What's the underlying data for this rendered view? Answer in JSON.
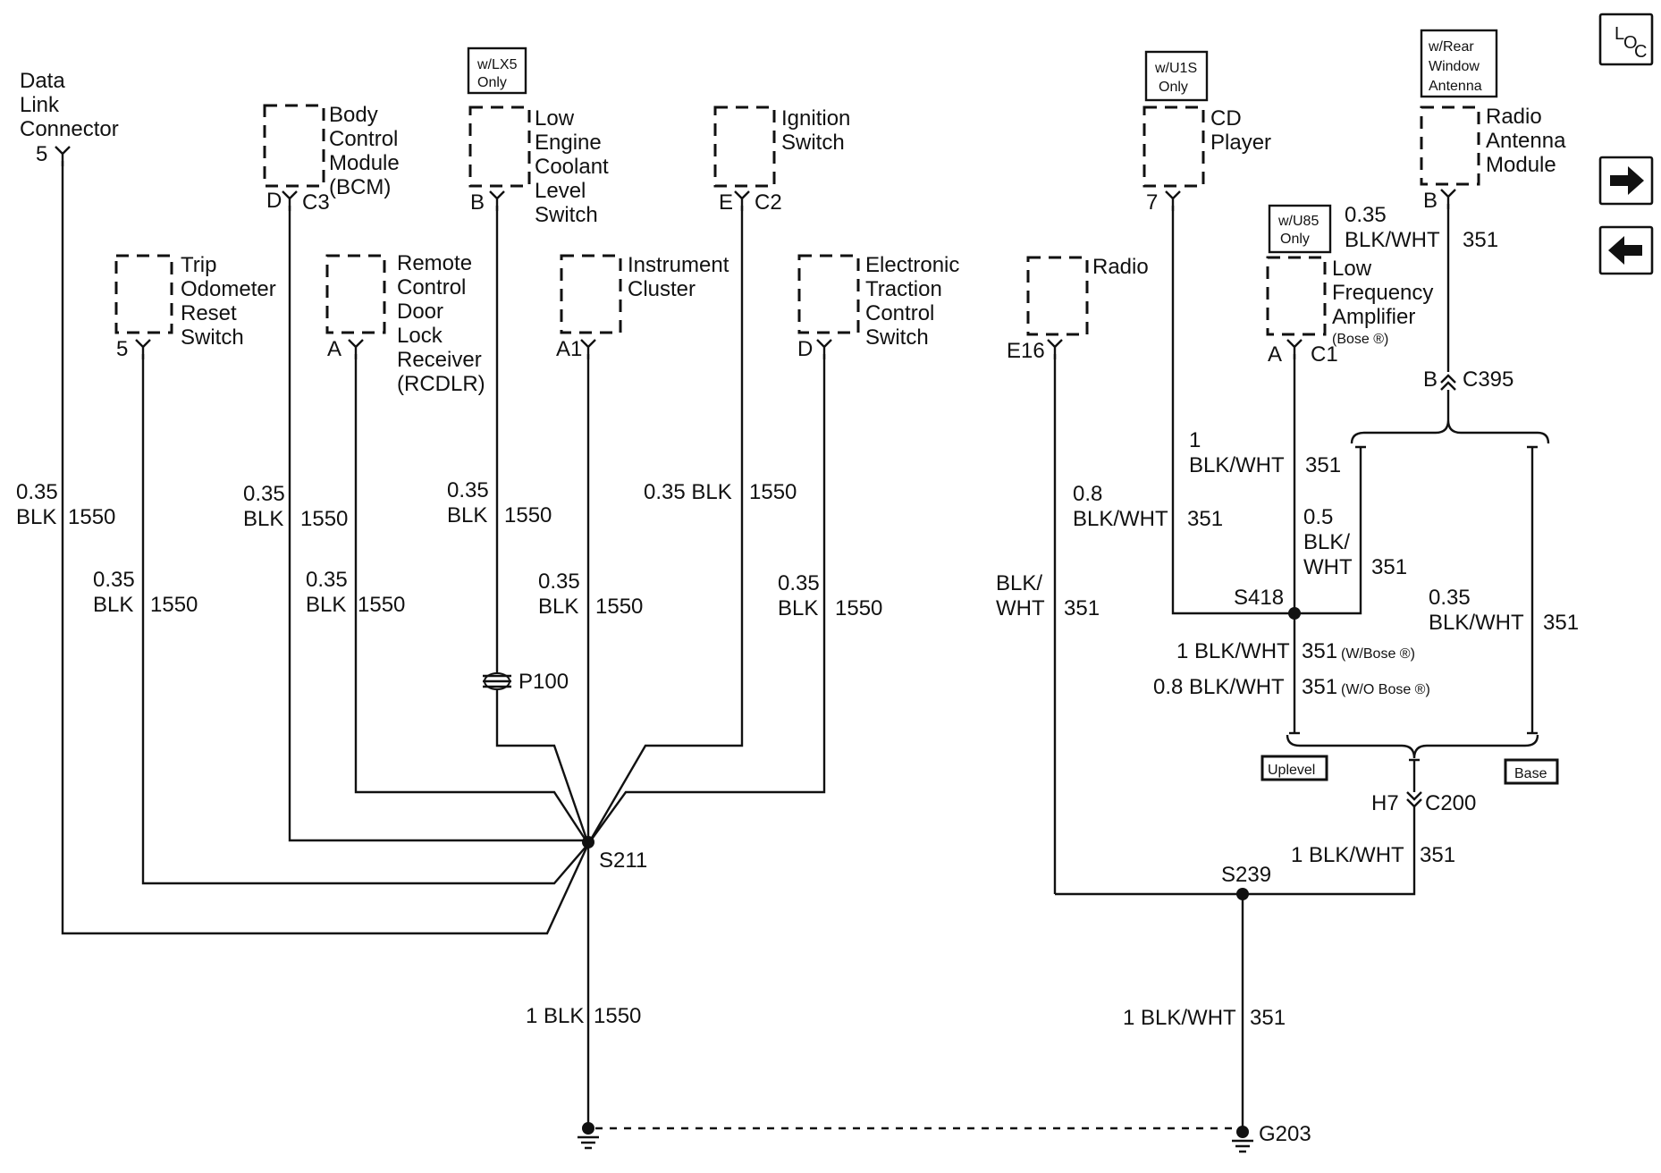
{
  "nav": {
    "loc_label": "L",
    "loc_sub_o": "O",
    "loc_sub_c": "C"
  },
  "left": {
    "dlc": {
      "name_lines": [
        "Data",
        "Link",
        "Connector"
      ],
      "pin": "5",
      "wire": {
        "size": "0.35",
        "color": "BLK",
        "circuit": "1550"
      }
    },
    "bcm": {
      "name_lines": [
        "Body",
        "Control",
        "Module",
        "(BCM)"
      ],
      "pin": "D",
      "connector": "C3",
      "wire": {
        "size": "0.35",
        "color": "BLK",
        "circuit": "1550"
      }
    },
    "lecl": {
      "option": [
        "w/LX5",
        "Only"
      ],
      "name_lines": [
        "Low",
        "Engine",
        "Coolant",
        "Level",
        "Switch"
      ],
      "pin": "B",
      "wire": {
        "size": "0.35",
        "color": "BLK",
        "circuit": "1550"
      },
      "passthrough": "P100"
    },
    "ign": {
      "name_lines": [
        "Ignition",
        "Switch"
      ],
      "pin": "E",
      "connector": "C2",
      "wire": {
        "label": "0.35 BLK",
        "circuit": "1550"
      }
    },
    "trip": {
      "name_lines": [
        "Trip",
        "Odometer",
        "Reset",
        "Switch"
      ],
      "pin": "5",
      "wire": {
        "size": "0.35",
        "color": "BLK",
        "circuit": "1550"
      }
    },
    "rcdlr": {
      "name_lines": [
        "Remote",
        "Control",
        "Door",
        "Lock",
        "Receiver",
        "(RCDLR)"
      ],
      "pin": "A",
      "wire": {
        "size": "0.35",
        "color": "BLK",
        "circuit": "1550"
      }
    },
    "ipc": {
      "name_lines": [
        "Instrument",
        "Cluster"
      ],
      "pin": "A1",
      "wire": {
        "size": "0.35",
        "color": "BLK",
        "circuit": "1550"
      }
    },
    "etc": {
      "name_lines": [
        "Electronic",
        "Traction",
        "Control",
        "Switch"
      ],
      "pin": "D",
      "wire": {
        "size": "0.35",
        "color": "BLK",
        "circuit": "1550"
      }
    },
    "splice": "S211",
    "ground_wire": {
      "label": "1 BLK",
      "circuit": "1550"
    }
  },
  "right": {
    "cd": {
      "option": [
        "w/U1S",
        "Only"
      ],
      "name_lines": [
        "CD",
        "Player"
      ],
      "pin": "7",
      "wire": {
        "size": "1",
        "color": "BLK/WHT",
        "circuit": "351"
      }
    },
    "antenna": {
      "option": [
        "w/Rear",
        "Window",
        "Antenna"
      ],
      "name_lines": [
        "Radio",
        "Antenna",
        "Module"
      ],
      "pin": "B",
      "wire": {
        "size": "0.35",
        "color": "BLK/WHT",
        "circuit": "351"
      },
      "connector_pin": "B",
      "connector": "C395"
    },
    "amp": {
      "option": [
        "w/U85",
        "Only"
      ],
      "name_lines": [
        "Low",
        "Frequency",
        "Amplifier"
      ],
      "note": "(Bose ®)",
      "pin": "A",
      "connector": "C1",
      "wire": {
        "size": "0.5",
        "color_lines": [
          "BLK/",
          "WHT"
        ],
        "circuit": "351"
      }
    },
    "radio": {
      "name_lines": [
        "Radio"
      ],
      "pin": "E16",
      "wire": {
        "size": "0.8",
        "color": "BLK/WHT",
        "circuit": "351"
      },
      "wire_lower": {
        "color_lines": [
          "BLK/",
          "WHT"
        ],
        "circuit": "351"
      }
    },
    "s418": "S418",
    "s418_out": [
      {
        "label": "1 BLK/WHT",
        "circuit": "351",
        "note": "(W/Bose ®)"
      },
      {
        "label": "0.8 BLK/WHT",
        "circuit": "351",
        "note": "(W/O Bose ®)"
      }
    ],
    "base_wire": {
      "size": "0.35",
      "color": "BLK/WHT",
      "circuit": "351"
    },
    "uplevel": "Uplevel",
    "base": "Base",
    "c200_pin": "H7",
    "c200": "C200",
    "c200_wire": {
      "label": "1 BLK/WHT",
      "circuit": "351"
    },
    "s239": "S239",
    "ground_wire": {
      "label": "1 BLK/WHT",
      "circuit": "351"
    },
    "ground": "G203"
  }
}
